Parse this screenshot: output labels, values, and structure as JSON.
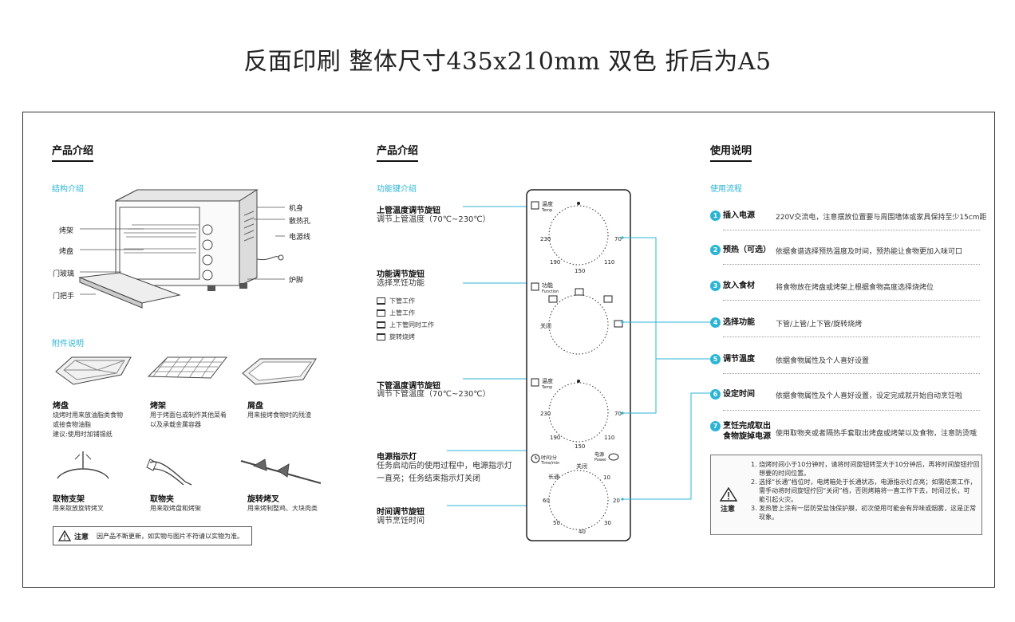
{
  "page_title": "反面印刷 整体尺寸435x210mm 双色 折后为A5",
  "colors": {
    "accent": "#2bb5d4",
    "ink": "#222222",
    "frame": "#333333"
  },
  "left": {
    "title": "产品介绍",
    "structure_title": "结构介绍",
    "labels_left": [
      "烤架",
      "烤盘",
      "门玻璃",
      "门把手"
    ],
    "labels_right": [
      "机身",
      "散热孔",
      "电源线",
      "炉脚"
    ],
    "accessories_title": "附件说明",
    "accessories": [
      {
        "name": "烤盘",
        "desc_lines": [
          "烧烤时用来放油脂类食物",
          "或接食物油脂",
          "建议:使用时加铺锡纸"
        ]
      },
      {
        "name": "烤架",
        "desc_lines": [
          "用于烤面包或制作其他菜肴",
          "以及承载金属容器"
        ]
      },
      {
        "name": "屑盘",
        "desc_lines": [
          "用来接烤食物时的残渣"
        ]
      },
      {
        "name": "取物支架",
        "desc_lines": [
          "用来取放旋转烤叉"
        ]
      },
      {
        "name": "取物夹",
        "desc_lines": [
          "用来取烤盘和烤架"
        ]
      },
      {
        "name": "旋转烤叉",
        "desc_lines": [
          "用来烤制整鸡、大块肉类"
        ]
      }
    ],
    "notice_label": "注意",
    "notice_text": "因产品不断更新，如实物与图片不符请以实物为准。"
  },
  "middle": {
    "title": "产品介绍",
    "sub_title": "功能键介绍",
    "knobs": [
      {
        "title": "上管温度调节旋钮",
        "desc": "调节上管温度（70℃~230℃）"
      },
      {
        "title": "功能调节旋钮",
        "desc": "选择烹饪功能"
      },
      {
        "title": "下管温度调节旋钮",
        "desc": "调节下管温度（70℃~230℃）"
      },
      {
        "title": "电源指示灯",
        "desc_lines": [
          "任务启动后的使用过程中，电源指示灯",
          "一直亮；任务结束指示灯关闭"
        ]
      },
      {
        "title": "时间调节旋钮",
        "desc": "调节烹饪时间"
      }
    ],
    "function_legend": [
      "下管工作",
      "上管工作",
      "上下管同时工作",
      "旋转烧烤"
    ],
    "panel": {
      "temp_label": "温度",
      "temp_label_en": "Temp",
      "temp_ticks": [
        "230",
        "70",
        "190",
        "150",
        "110"
      ],
      "func_label": "功能",
      "func_label_en": "Function",
      "func_off": "关闭",
      "time_label": "时间/分",
      "time_label_en": "Time/min",
      "power_label": "电源",
      "power_label_en": "Power",
      "time_ticks": [
        "关闭",
        "长通",
        "10",
        "60",
        "20",
        "50",
        "30",
        "40"
      ]
    }
  },
  "right": {
    "title": "使用说明",
    "sub_title": "使用流程",
    "steps": [
      {
        "num": "1",
        "title": "插入电源",
        "desc": "220V交流电，注意摆放位置要与周围墙体或家具保持至少15cm距"
      },
      {
        "num": "2",
        "title": "预热（可选）",
        "desc": "依据食谱选择预热温度及时间，预热能让食物更加入味可口"
      },
      {
        "num": "3",
        "title": "放入食材",
        "desc": "将食物放在烤盘或烤架上根据食物高度选择烧烤位"
      },
      {
        "num": "4",
        "title": "选择功能",
        "desc": "下管/上管/上下管/旋转烧烤"
      },
      {
        "num": "5",
        "title": "调节温度",
        "desc": "依据食物属性及个人喜好设置"
      },
      {
        "num": "6",
        "title": "设定时间",
        "desc": "依据食物属性及个人喜好设置，设定完成就开始自动烹饪啦"
      },
      {
        "num": "7",
        "title_lines": [
          "烹饪完成取出",
          "食物旋掉电源"
        ],
        "desc": "使用取物夹或者隔热手套取出烤盘或烤架以及食物，注意防烫哦"
      }
    ],
    "caution_label": "注意",
    "caution_lines": [
      "1. 烧烤时间小于10分钟时，请将时间旋钮转至大于10分钟后，再将时间旋钮拧回",
      "    想要的时间位置。",
      "2. 选择“长通”档位时，电烤箱处于长通状态，电源指示灯点亮；如需结束工作，",
      "    需手动将时间旋钮拧回“关闭”档，否则烤箱将一直工作下去，时间过长，可",
      "    能引起火灾。",
      "3. 发热管上涂有一层防受盐蚀保护膜，初次使用可能会有异味或烟雾，这是正常",
      "    现象。"
    ]
  }
}
